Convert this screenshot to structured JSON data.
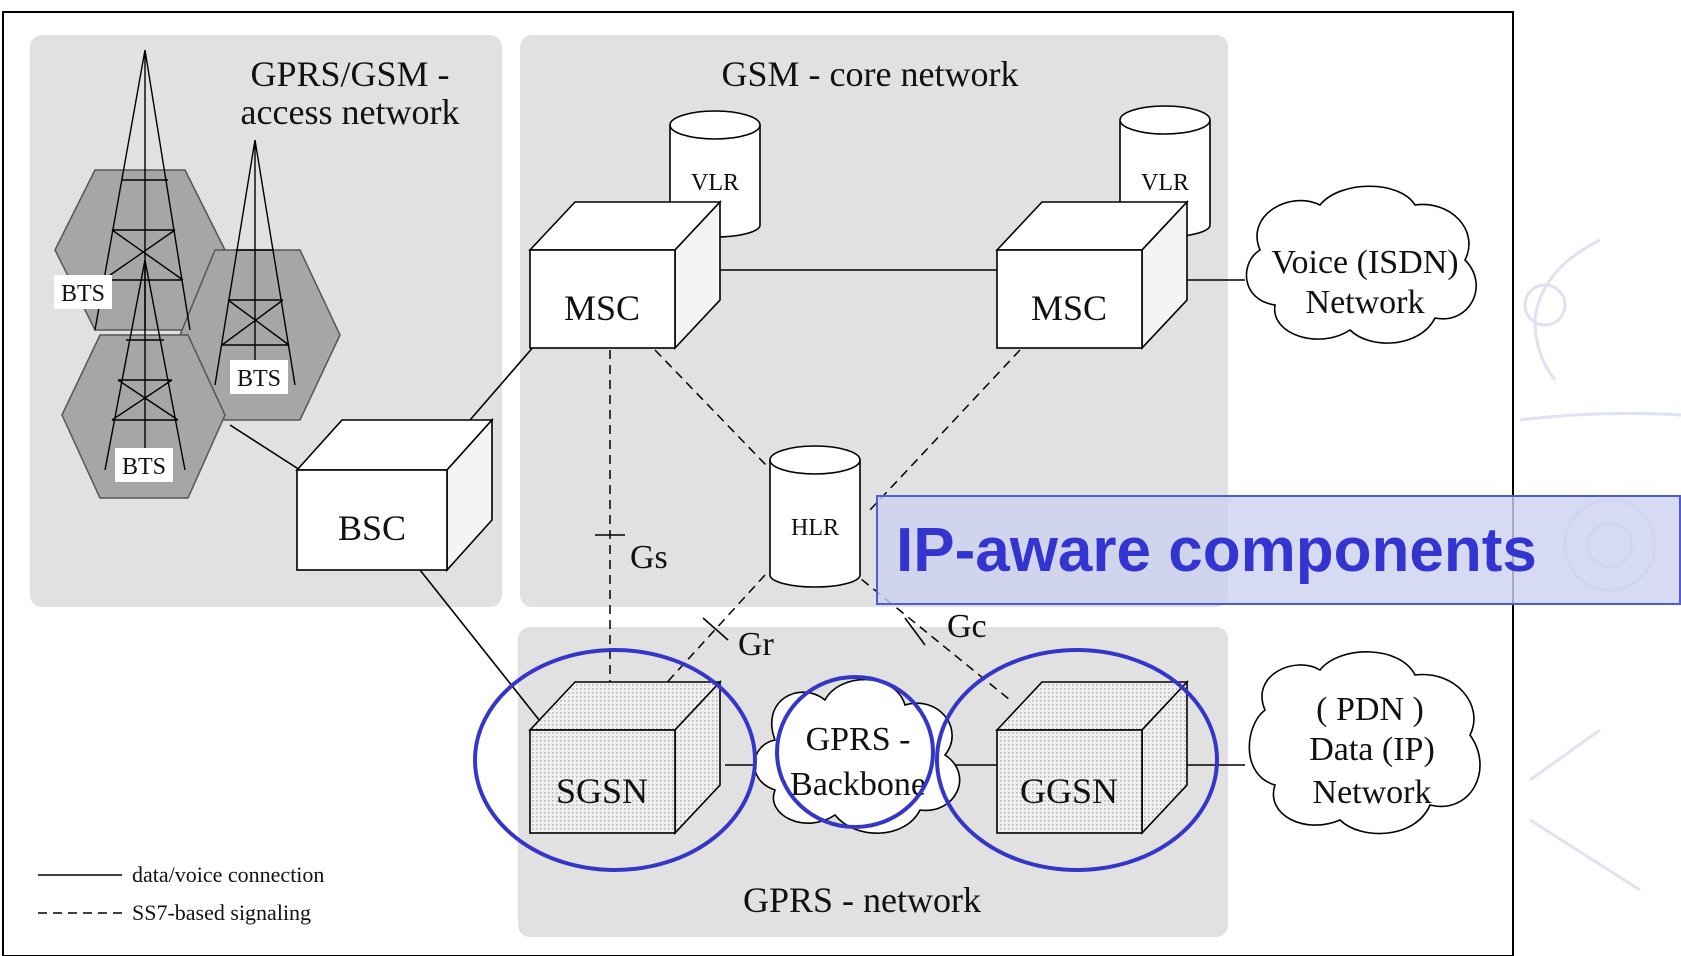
{
  "regions": {
    "access_network_title_line1": "GPRS/GSM -",
    "access_network_title_line2": "access network",
    "core_network_title": "GSM - core network",
    "gprs_network_title": "GPRS - network"
  },
  "nodes": {
    "bts": "BTS",
    "bsc": "BSC",
    "msc": "MSC",
    "vlr": "VLR",
    "hlr": "HLR",
    "sgsn": "SGSN",
    "ggsn": "GGSN",
    "backbone_line1": "GPRS -",
    "backbone_line2": "Backbone"
  },
  "clouds": {
    "voice_line1": "Voice (ISDN)",
    "voice_line2": "Network",
    "data_line1": "( PDN )",
    "data_line2": "Data (IP)",
    "data_line3": "Network"
  },
  "interfaces": {
    "gs": "Gs",
    "gr": "Gr",
    "gc": "Gc"
  },
  "legend": {
    "solid": "data/voice connection",
    "dashed": "SS7-based signaling"
  },
  "callout": {
    "text": "IP-aware components"
  },
  "colors": {
    "region_fill": "#e1e1e1",
    "highlight_ring": "#3535c8",
    "callout_text": "#3434d0",
    "callout_fill": "#ccd2f0"
  }
}
